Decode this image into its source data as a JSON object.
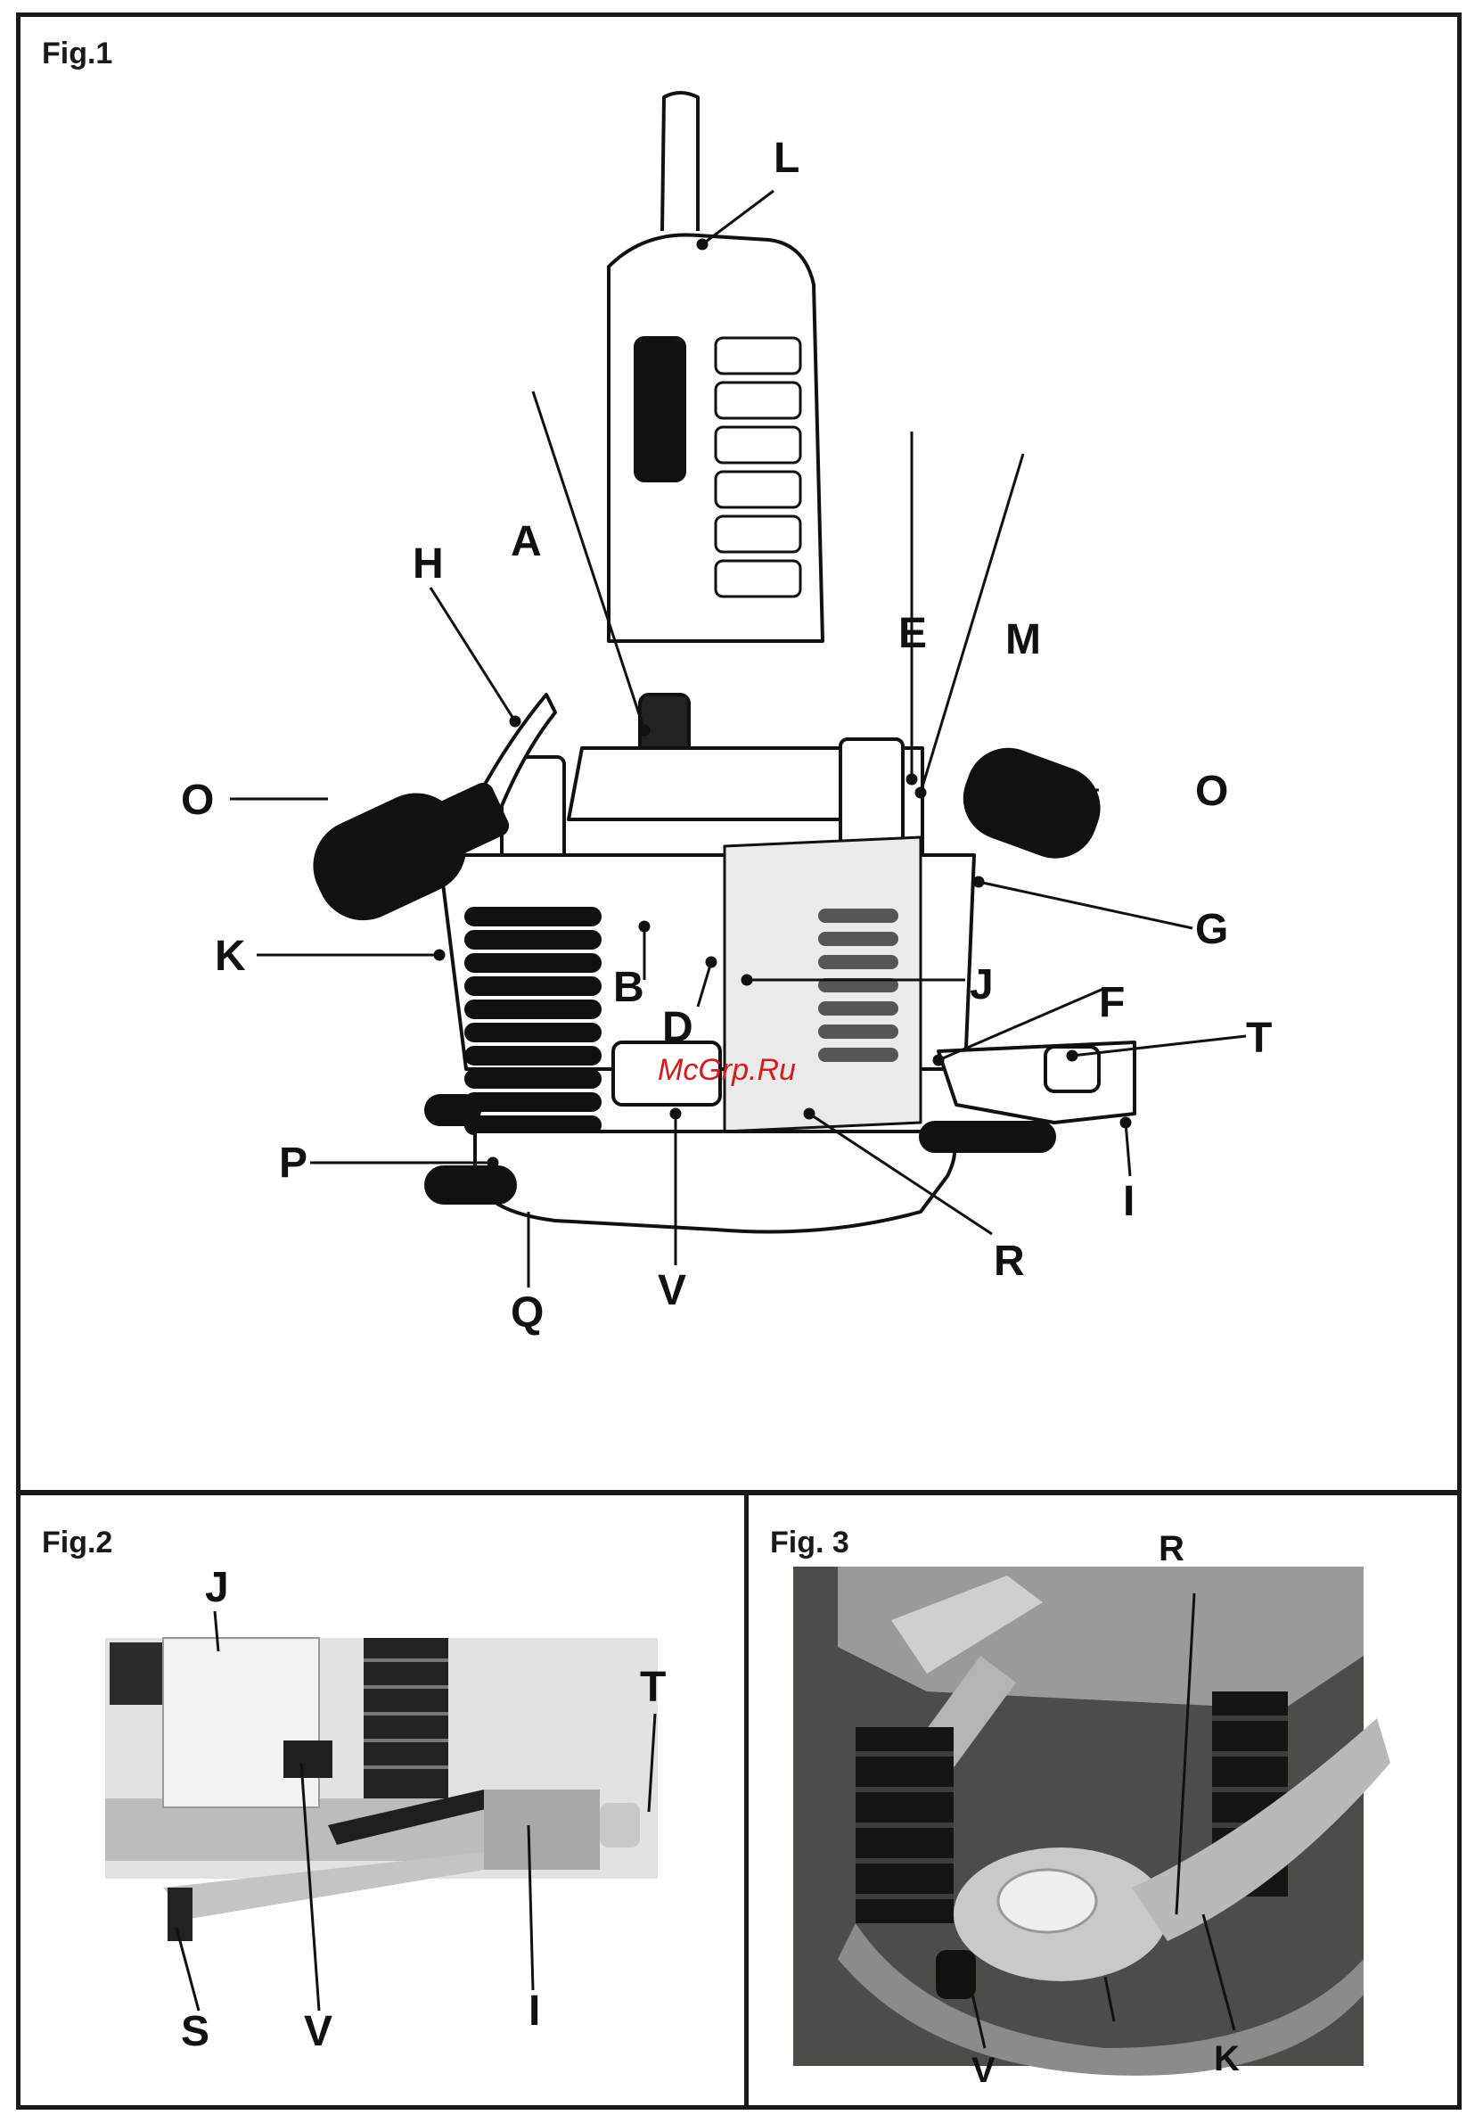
{
  "fig1": {
    "title": "Fig.1",
    "labels": {
      "L": "L",
      "A": "A",
      "H": "H",
      "E": "E",
      "M": "M",
      "O_left": "O",
      "O_right": "O",
      "G": "G",
      "K": "K",
      "B": "B",
      "J": "J",
      "D": "D",
      "F": "F",
      "T": "T",
      "P": "P",
      "I": "I",
      "R": "R",
      "V": "V",
      "Q": "Q"
    },
    "watermark": "McGrp.Ru"
  },
  "fig2": {
    "title": "Fig.2",
    "labels": {
      "J": "J",
      "T": "T",
      "S": "S",
      "V": "V",
      "I": "I"
    }
  },
  "fig3": {
    "title": "Fig. 3",
    "labels": {
      "R": "R",
      "V": "V",
      "K": "K"
    }
  },
  "colors": {
    "border": "#1a1a1a",
    "watermark": "#d41c1c",
    "photo_bg": "#5a5a55"
  }
}
